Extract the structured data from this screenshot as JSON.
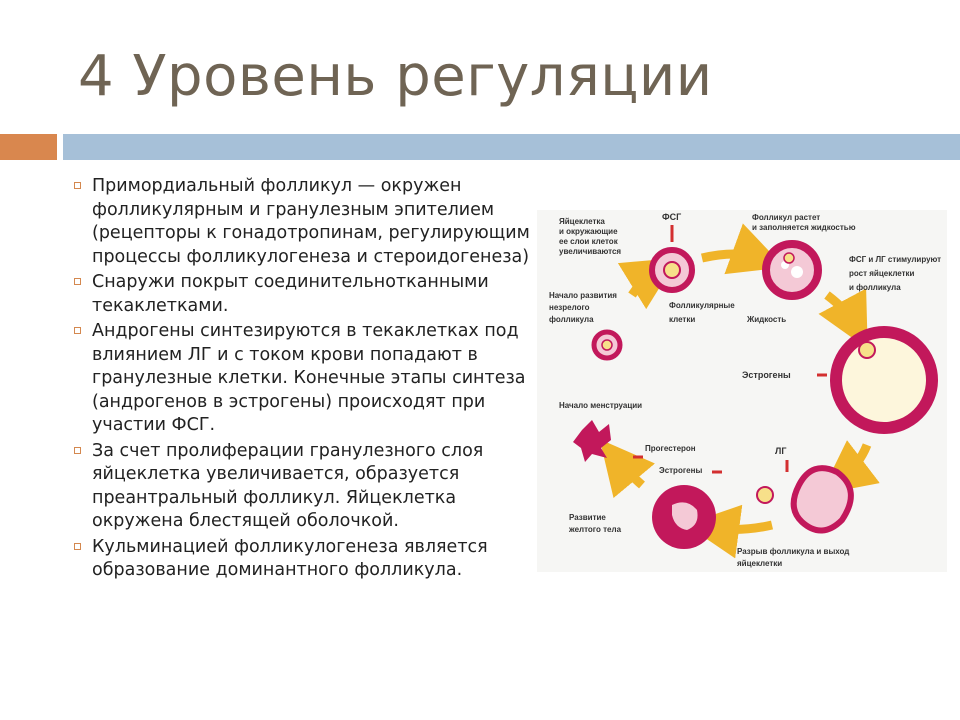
{
  "title": "4 Уровень регуляции",
  "bullets": [
    "Примордиальный фолликул — окружен фолликулярным и гранулезным эпителием (рецепторы к гонадотропинам, регулирующим процессы фолликулогенеза и стероидогенеза)",
    "Снаружи покрыт соединительнотканными текаклетками.",
    "Андрогены синтезируются в текаклетках под влиянием ЛГ и с током крови попадают в гранулезные клетки. Конечные этапы синтеза (андрогенов в эстрогены) происходят при участии ФСГ.",
    "За счет пролиферации гранулезного слоя яйцеклетка увеличивается, образуется преантральный фолликул. Яйцеклетка окружена блестящей оболочкой.",
    "Кульминацией фолликулогенеза является образование доминантного фолликула."
  ],
  "diagram": {
    "labels": {
      "egg_growth_1": "Яйцеклетка",
      "egg_growth_2": "и окружающие",
      "egg_growth_3": "ее слои клеток",
      "egg_growth_4": "увеличиваются",
      "fsh": "ФСГ",
      "follicle_grows_1": "Фолликул растет",
      "follicle_grows_2": "и заполняется жидкостью",
      "fsh_lh_1": "ФСГ и ЛГ стимулируют",
      "fsh_lh_2": "рост яйцеклетки",
      "fsh_lh_3": "и фолликула",
      "immature_1": "Начало развития",
      "immature_2": "незрелого",
      "immature_3": "фолликула",
      "follicular_cells_1": "Фолликулярные",
      "follicular_cells_2": "клетки",
      "fluid": "Жидкость",
      "estrogens_1": "Эстрогены",
      "menstruation": "Начало менструации",
      "progesterone": "Прогестерон",
      "estrogens_2": "Эстрогены",
      "lh": "ЛГ",
      "corpus_luteum_1": "Развитие",
      "corpus_luteum_2": "желтого тела",
      "ovulation_1": "Разрыв фолликула и выход",
      "ovulation_2": "яйцеклетки"
    },
    "colors": {
      "cell": "#c2185b",
      "cell_light": "#f4c9d6",
      "arrow": "#f0b429",
      "hormone_arrow": "#d32f2f"
    }
  }
}
